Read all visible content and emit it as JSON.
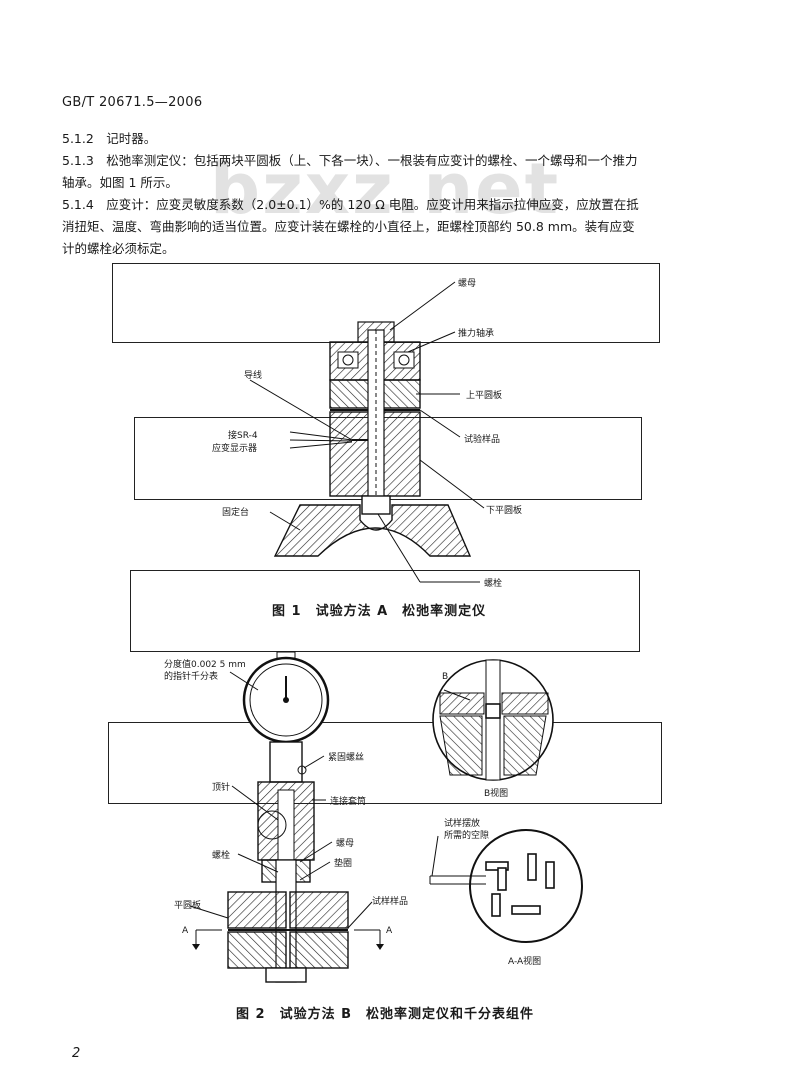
{
  "header": {
    "standard_id": "GB/T 20671.5—2006"
  },
  "watermark": "bzxz.net",
  "paragraphs": [
    "5.1.2　记时器。",
    "5.1.3　松弛率测定仪：包括两块平圆板（上、下各一块）、一根装有应变计的螺栓、一个螺母和一个推力",
    "轴承。如图 1 所示。",
    "5.1.4　应变计：应变灵敏度系数（2.0±0.1）%的 120 Ω 电阻。应变计用来指示拉伸应变，应放置在抵",
    "消扭矩、温度、弯曲影响的适当位置。应变计装在螺栓的小直径上，距螺栓顶部约 50.8 mm。装有应变",
    "计的螺栓必须标定。"
  ],
  "figure1": {
    "caption": "图 1　试验方法 A　松弛率测定仪",
    "labels": {
      "nut": "螺母",
      "thrust_bearing": "推力轴承",
      "lead_wire": "导线",
      "upper_plate": "上平圆板",
      "to_sr4_line1": "接SR-4",
      "to_sr4_line2": "应变显示器",
      "specimen": "试验样品",
      "fixed_stand": "固定台",
      "lower_plate": "下平圆板",
      "bolt": "螺栓"
    }
  },
  "figure2": {
    "caption": "图 2　试验方法 B　松弛率测定仪和千分表组件",
    "labels": {
      "dial_line1": "分度值0.002 5 mm",
      "dial_line2": "的指针千分表",
      "clamp_screw": "紧固螺丝",
      "ejector_pin": "顶针",
      "connector_sleeve": "连接套筒",
      "nut": "螺母",
      "bolt": "螺栓",
      "washer": "垫圈",
      "flat_plate": "平圆板",
      "specimen": "试样样品",
      "section_a_left": "A",
      "section_a_right": "A",
      "view_b_letter": "B",
      "view_b": "B视图",
      "spacing_line1": "试样摆放",
      "spacing_line2": "所需的空隙",
      "view_aa": "A-A视图"
    }
  },
  "page_number": "2"
}
